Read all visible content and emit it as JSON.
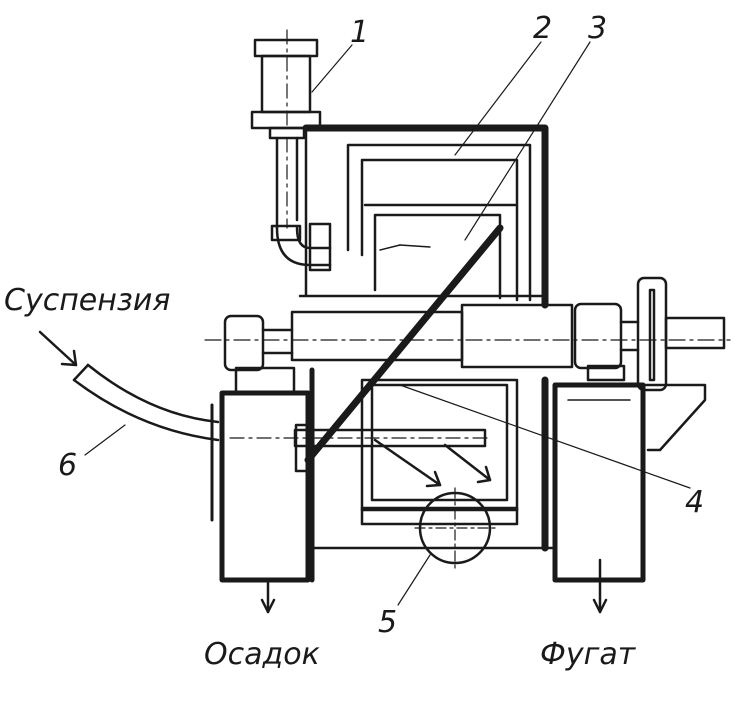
{
  "callouts": {
    "n1": "1",
    "n2": "2",
    "n3": "3",
    "n4": "4",
    "n5": "5",
    "n6": "6"
  },
  "labels": {
    "suspension": "Суспензия",
    "sediment": "Осадок",
    "fugate": "Фугат"
  },
  "colors": {
    "ink": "#1a1a1a",
    "paper": "#ffffff"
  }
}
